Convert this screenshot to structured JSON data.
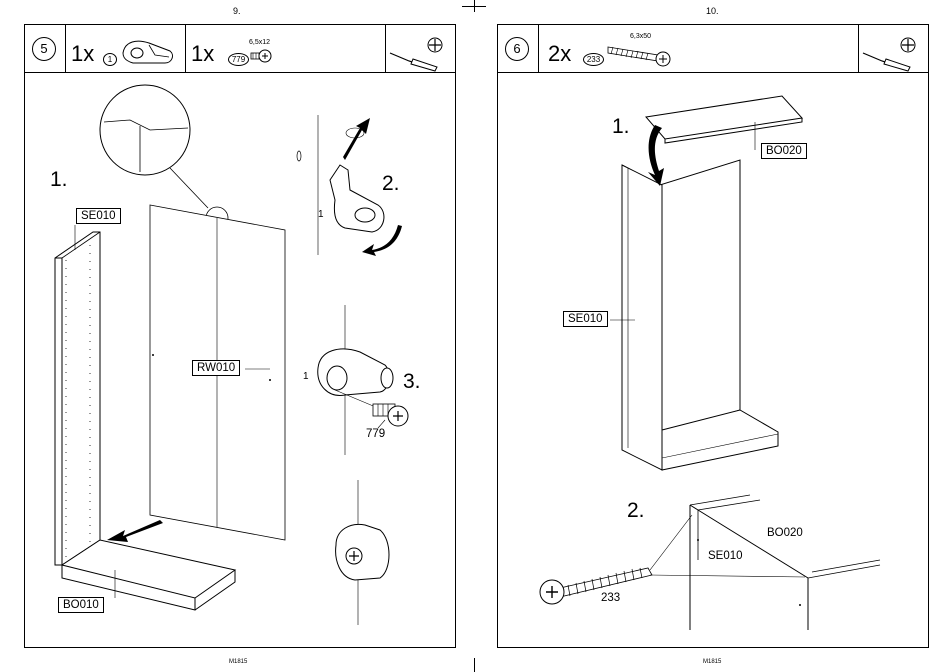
{
  "pages": [
    {
      "page_number": "9.",
      "step": "5",
      "parts": [
        {
          "qty": "1x",
          "part_id": "1"
        },
        {
          "qty": "1x",
          "part_id": "779",
          "size": "6,5x12"
        }
      ],
      "tool_icons": [
        "screwdriver-icon",
        "phillips-head-icon"
      ],
      "substeps": [
        "1.",
        "2.",
        "3."
      ],
      "labels": {
        "side_panel": "SE010",
        "back_wall": "RW010",
        "bottom": "BO010"
      },
      "callouts": {
        "connector_a": "1",
        "connector_b": "1",
        "screw": "779"
      },
      "footer": "M1815"
    },
    {
      "page_number": "10.",
      "step": "6",
      "parts": [
        {
          "qty": "2x",
          "part_id": "233",
          "size": "6,3x50"
        }
      ],
      "tool_icons": [
        "screwdriver-icon",
        "phillips-head-icon"
      ],
      "substeps": [
        "1.",
        "2."
      ],
      "labels": {
        "top_panel": "BO020",
        "side_panel": "SE010"
      },
      "detail_labels": {
        "top": "BO020",
        "side": "SE010",
        "screw": "233"
      },
      "footer": "M1815"
    }
  ]
}
